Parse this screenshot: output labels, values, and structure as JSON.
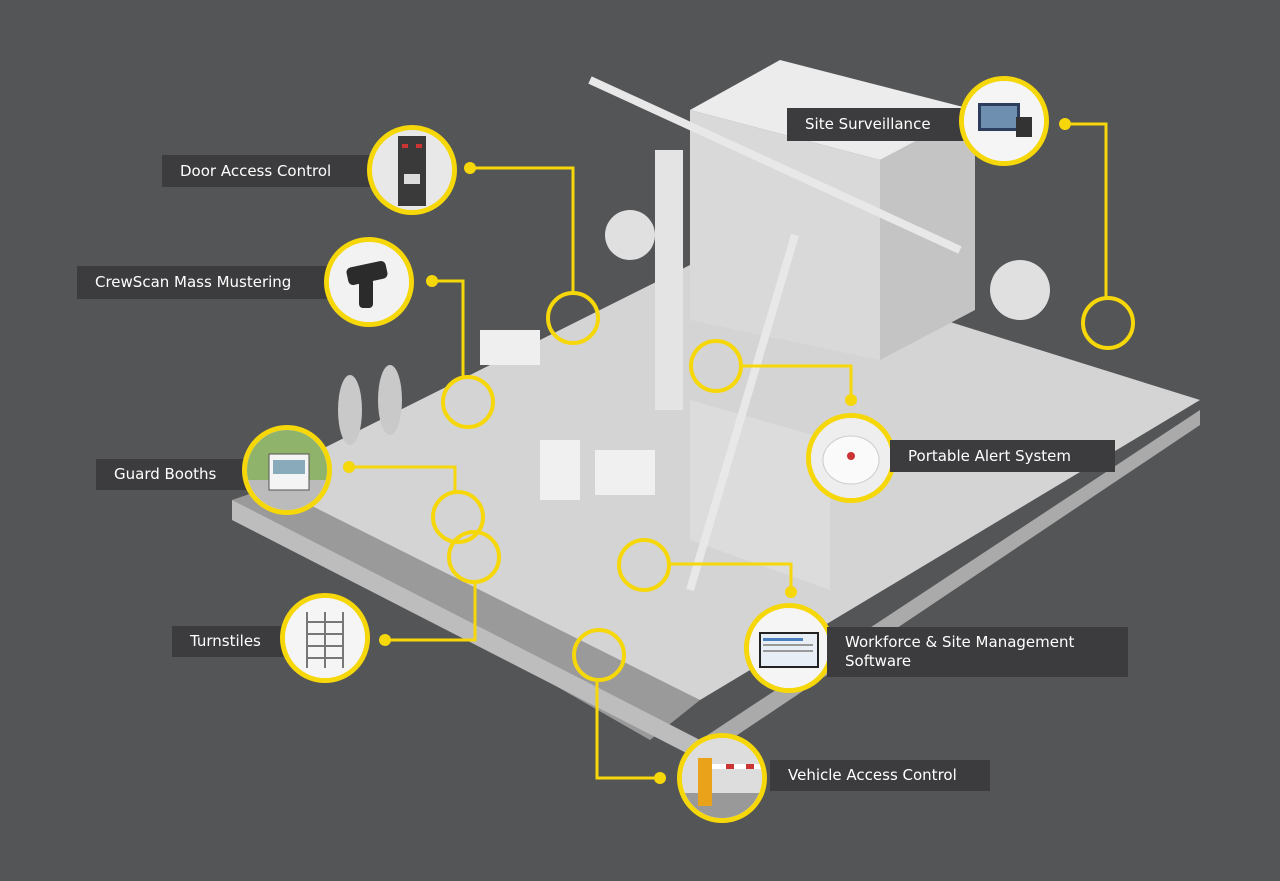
{
  "colors": {
    "background": "#545557",
    "label_bg": "#3c3c3e",
    "accent": "#f6d70a"
  },
  "features": [
    {
      "id": "door-access-control",
      "label": "Door Access Control",
      "icon": "door-icon"
    },
    {
      "id": "crewscan-mass-mustering",
      "label": "CrewScan Mass Mustering",
      "icon": "scanner-icon"
    },
    {
      "id": "site-surveillance",
      "label": "Site Surveillance",
      "icon": "monitor-icon"
    },
    {
      "id": "portable-alert-system",
      "label": "Portable Alert System",
      "icon": "alarm-icon"
    },
    {
      "id": "guard-booths",
      "label": "Guard Booths",
      "icon": "booth-icon"
    },
    {
      "id": "turnstiles",
      "label": "Turnstiles",
      "icon": "turnstile-icon"
    },
    {
      "id": "workforce-site-management-software",
      "label": "Workforce & Site Management Software",
      "icon": "software-icon"
    },
    {
      "id": "vehicle-access-control",
      "label": "Vehicle Access Control",
      "icon": "barrier-icon"
    }
  ]
}
